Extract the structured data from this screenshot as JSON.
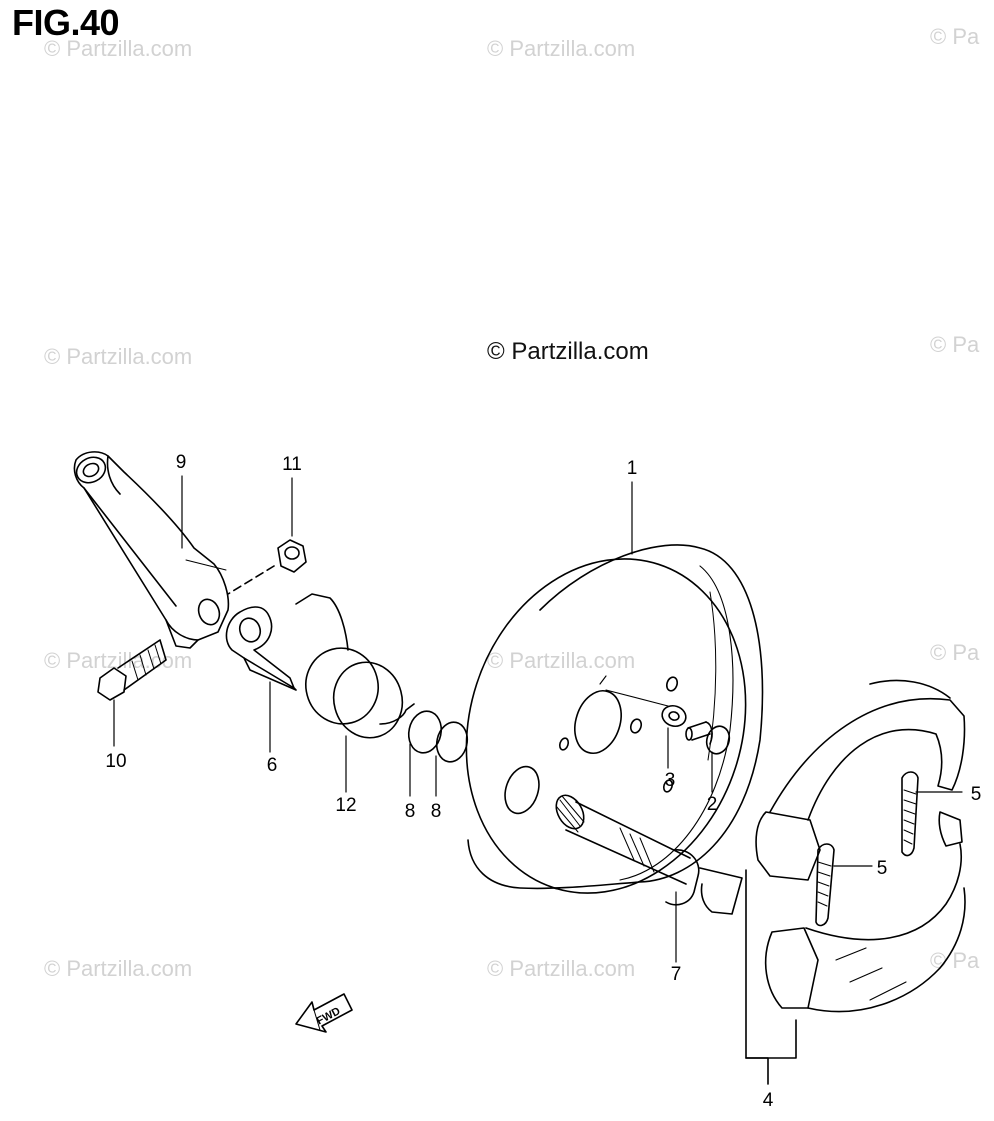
{
  "figure": {
    "title": "FIG.40"
  },
  "watermark": {
    "text": "© Partzilla.com",
    "text_short": "© Pa",
    "main_text": "© Partzilla.com"
  },
  "callouts": {
    "c1": "1",
    "c2": "2",
    "c3": "3",
    "c4": "4",
    "c5a": "5",
    "c5b": "5",
    "c6": "6",
    "c7": "7",
    "c8a": "8",
    "c8b": "8",
    "c9": "9",
    "c10": "10",
    "c11": "11",
    "c12": "12"
  },
  "fwd_label": "FWD",
  "colors": {
    "line": "#000000",
    "watermark": "#d2d2d2"
  }
}
